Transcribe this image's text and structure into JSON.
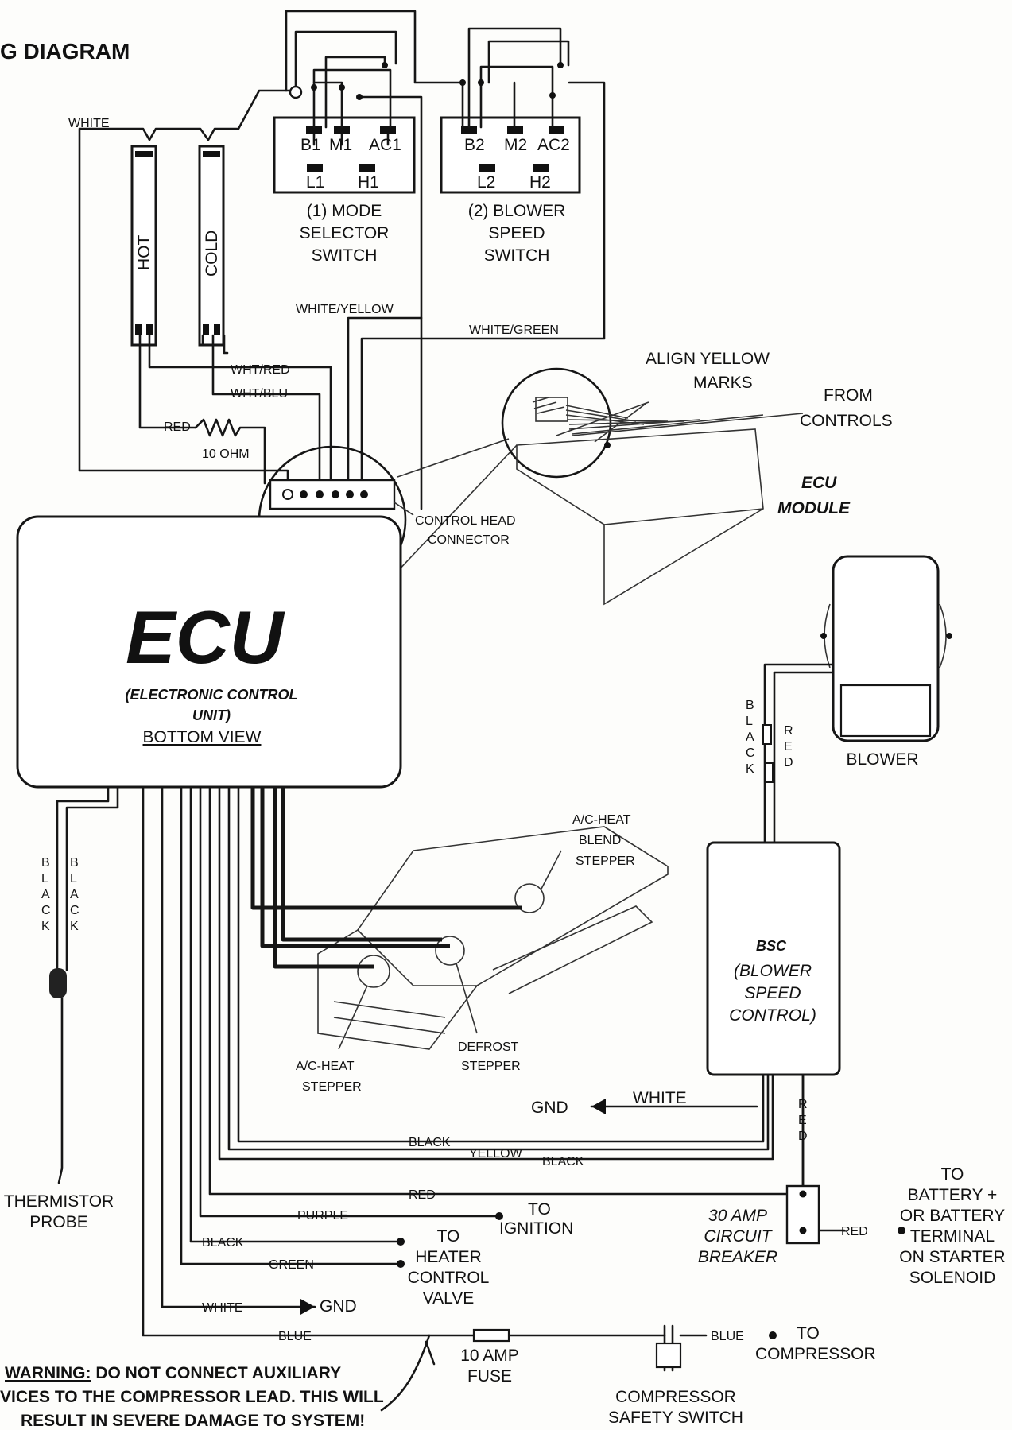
{
  "title": "G DIAGRAM",
  "switches": {
    "mode": {
      "terminals_top": [
        "B1",
        "M1",
        "AC1"
      ],
      "terminals_bottom": [
        "L1",
        "H1"
      ],
      "caption": [
        "(1) MODE",
        "SELECTOR",
        "SWITCH"
      ]
    },
    "blower": {
      "terminals_top": [
        "B2",
        "M2",
        "AC2"
      ],
      "terminals_bottom": [
        "L2",
        "H2"
      ],
      "caption": [
        "(2) BLOWER",
        "SPEED",
        "SWITCH"
      ]
    }
  },
  "bars": {
    "hot": "HOT",
    "cold": "COLD"
  },
  "wires": {
    "white_top": "WHITE",
    "white_yellow": "WHITE/YELLOW",
    "white_green": "WHITE/GREEN",
    "wht_red": "WHT/RED",
    "wht_blu": "WHT/BLU",
    "red": "RED",
    "ohm": "10 OHM"
  },
  "connector": {
    "align": [
      "ALIGN YELLOW",
      "MARKS"
    ],
    "from": [
      "FROM",
      "CONTROLS"
    ],
    "ecu_module": [
      "ECU",
      "MODULE"
    ],
    "control_head": [
      "CONTROL HEAD",
      "CONNECTOR"
    ]
  },
  "ecu": {
    "name": "ECU",
    "full": [
      "(ELECTRONIC CONTROL",
      "UNIT)"
    ],
    "view": "BOTTOM VIEW"
  },
  "blower_unit": {
    "label": "BLOWER",
    "wire_black": "BLACK",
    "wire_red": "RED"
  },
  "bsc": {
    "name": "BSC",
    "full": [
      "(BLOWER",
      "SPEED",
      "CONTROL)"
    ]
  },
  "steppers": {
    "blend": [
      "A/C-HEAT",
      "BLEND",
      "STEPPER"
    ],
    "defrost": [
      "DEFROST",
      "STEPPER"
    ],
    "acheat": [
      "A/C-HEAT",
      "STEPPER"
    ]
  },
  "thermistor": {
    "wire_a": "BLACK",
    "wire_b": "BLACK",
    "label": [
      "THERMISTOR",
      "PROBE"
    ]
  },
  "harness": {
    "gnd": "GND",
    "white": "WHITE",
    "black1": "BLACK",
    "yellow": "YELLOW",
    "black2": "BLACK",
    "red": "RED",
    "red_vert": "RED",
    "purple": "PURPLE",
    "ignition": [
      "TO",
      "IGNITION"
    ],
    "black3": "BLACK",
    "green": "GREEN",
    "heater": [
      "TO",
      "HEATER",
      "CONTROL",
      "VALVE"
    ],
    "white2": "WHITE",
    "gnd2": "GND",
    "blue": "BLUE",
    "fuse": [
      "10 AMP",
      "FUSE"
    ],
    "blue2": "BLUE",
    "compressor": [
      "TO",
      "COMPRESSOR"
    ],
    "safety": [
      "COMPRESSOR",
      "SAFETY SWITCH"
    ]
  },
  "breaker": {
    "label": [
      "30 AMP",
      "CIRCUIT",
      "BREAKER"
    ],
    "red": "RED",
    "battery": [
      "TO",
      "BATTERY +",
      "OR BATTERY",
      "TERMINAL",
      "ON STARTER",
      "SOLENOID"
    ]
  },
  "warning": {
    "lead": "WARNING:",
    "line1": " DO NOT CONNECT AUXILIARY",
    "line2": "VICES TO THE COMPRESSOR LEAD.  THIS WILL",
    "line3": "RESULT IN SEVERE DAMAGE TO SYSTEM!"
  }
}
